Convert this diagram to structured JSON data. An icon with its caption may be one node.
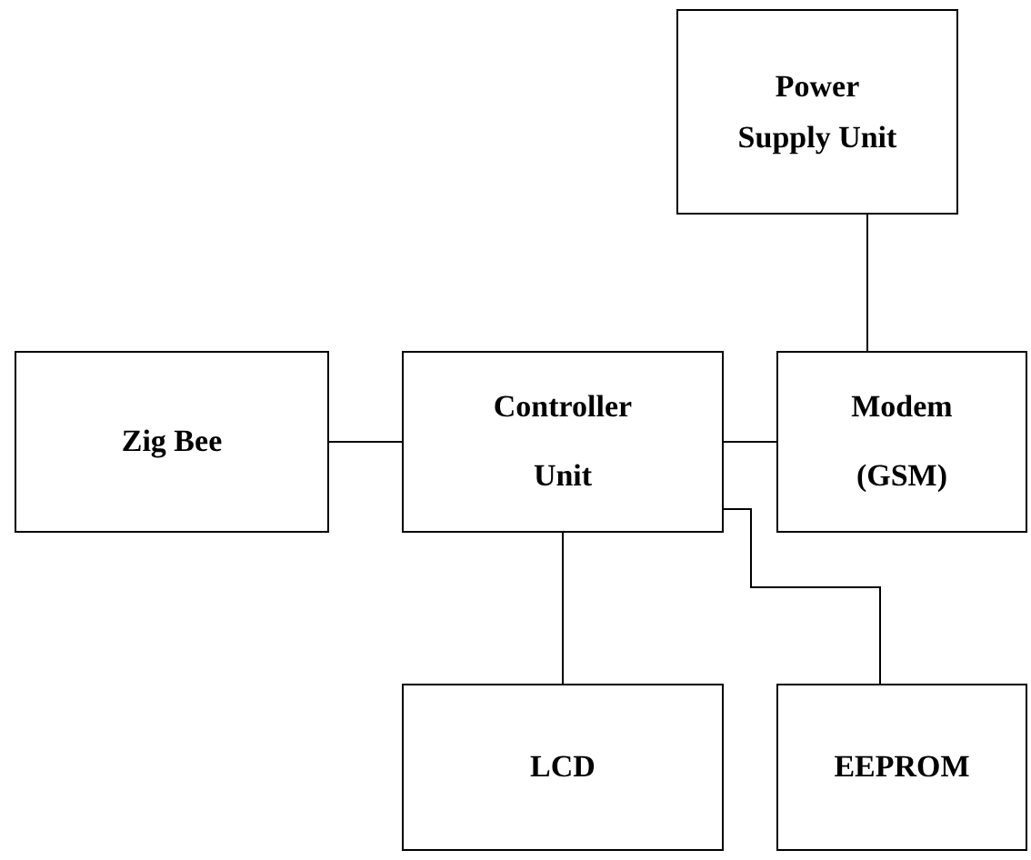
{
  "diagram": {
    "nodes": [
      {
        "text": [
          "Power Supply Unit"
        ]
      },
      {
        "text": [
          "Zig Bee"
        ]
      },
      {
        "text": [
          "Controller Unit"
        ]
      },
      {
        "text": [
          "Modem (GSM)"
        ]
      },
      {
        "text": [
          "LCD"
        ]
      },
      {
        "text": [
          "EEPROM"
        ]
      }
    ],
    "edges": [
      {
        "from": 0,
        "to": 3,
        "arrow": "none"
      },
      {
        "from": 1,
        "to": 2,
        "arrow": "none"
      },
      {
        "from": 2,
        "to": 3,
        "arrow": "none"
      },
      {
        "from": 2,
        "to": 4,
        "arrow": "none"
      },
      {
        "from": 2,
        "to": 5,
        "arrow": "none"
      }
    ]
  }
}
